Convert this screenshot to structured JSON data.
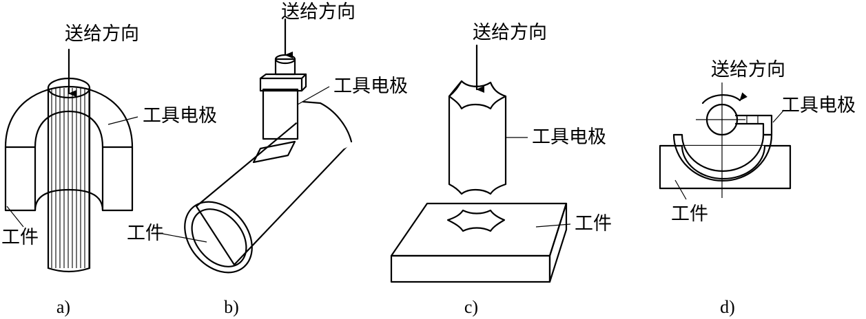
{
  "panels": [
    {
      "id": "a",
      "caption": "a)",
      "labels": {
        "feed": "送给方向",
        "tool": "工具电极",
        "work": "工件"
      }
    },
    {
      "id": "b",
      "caption": "b)",
      "labels": {
        "feed": "送给方向",
        "tool": "工具电极",
        "work": "工件"
      }
    },
    {
      "id": "c",
      "caption": "c)",
      "labels": {
        "feed": "送给方向",
        "tool": "工具电极",
        "work": "工件"
      }
    },
    {
      "id": "d",
      "caption": "d)",
      "labels": {
        "feed": "送给方向",
        "tool": "工具电极",
        "work": "工件"
      }
    }
  ]
}
